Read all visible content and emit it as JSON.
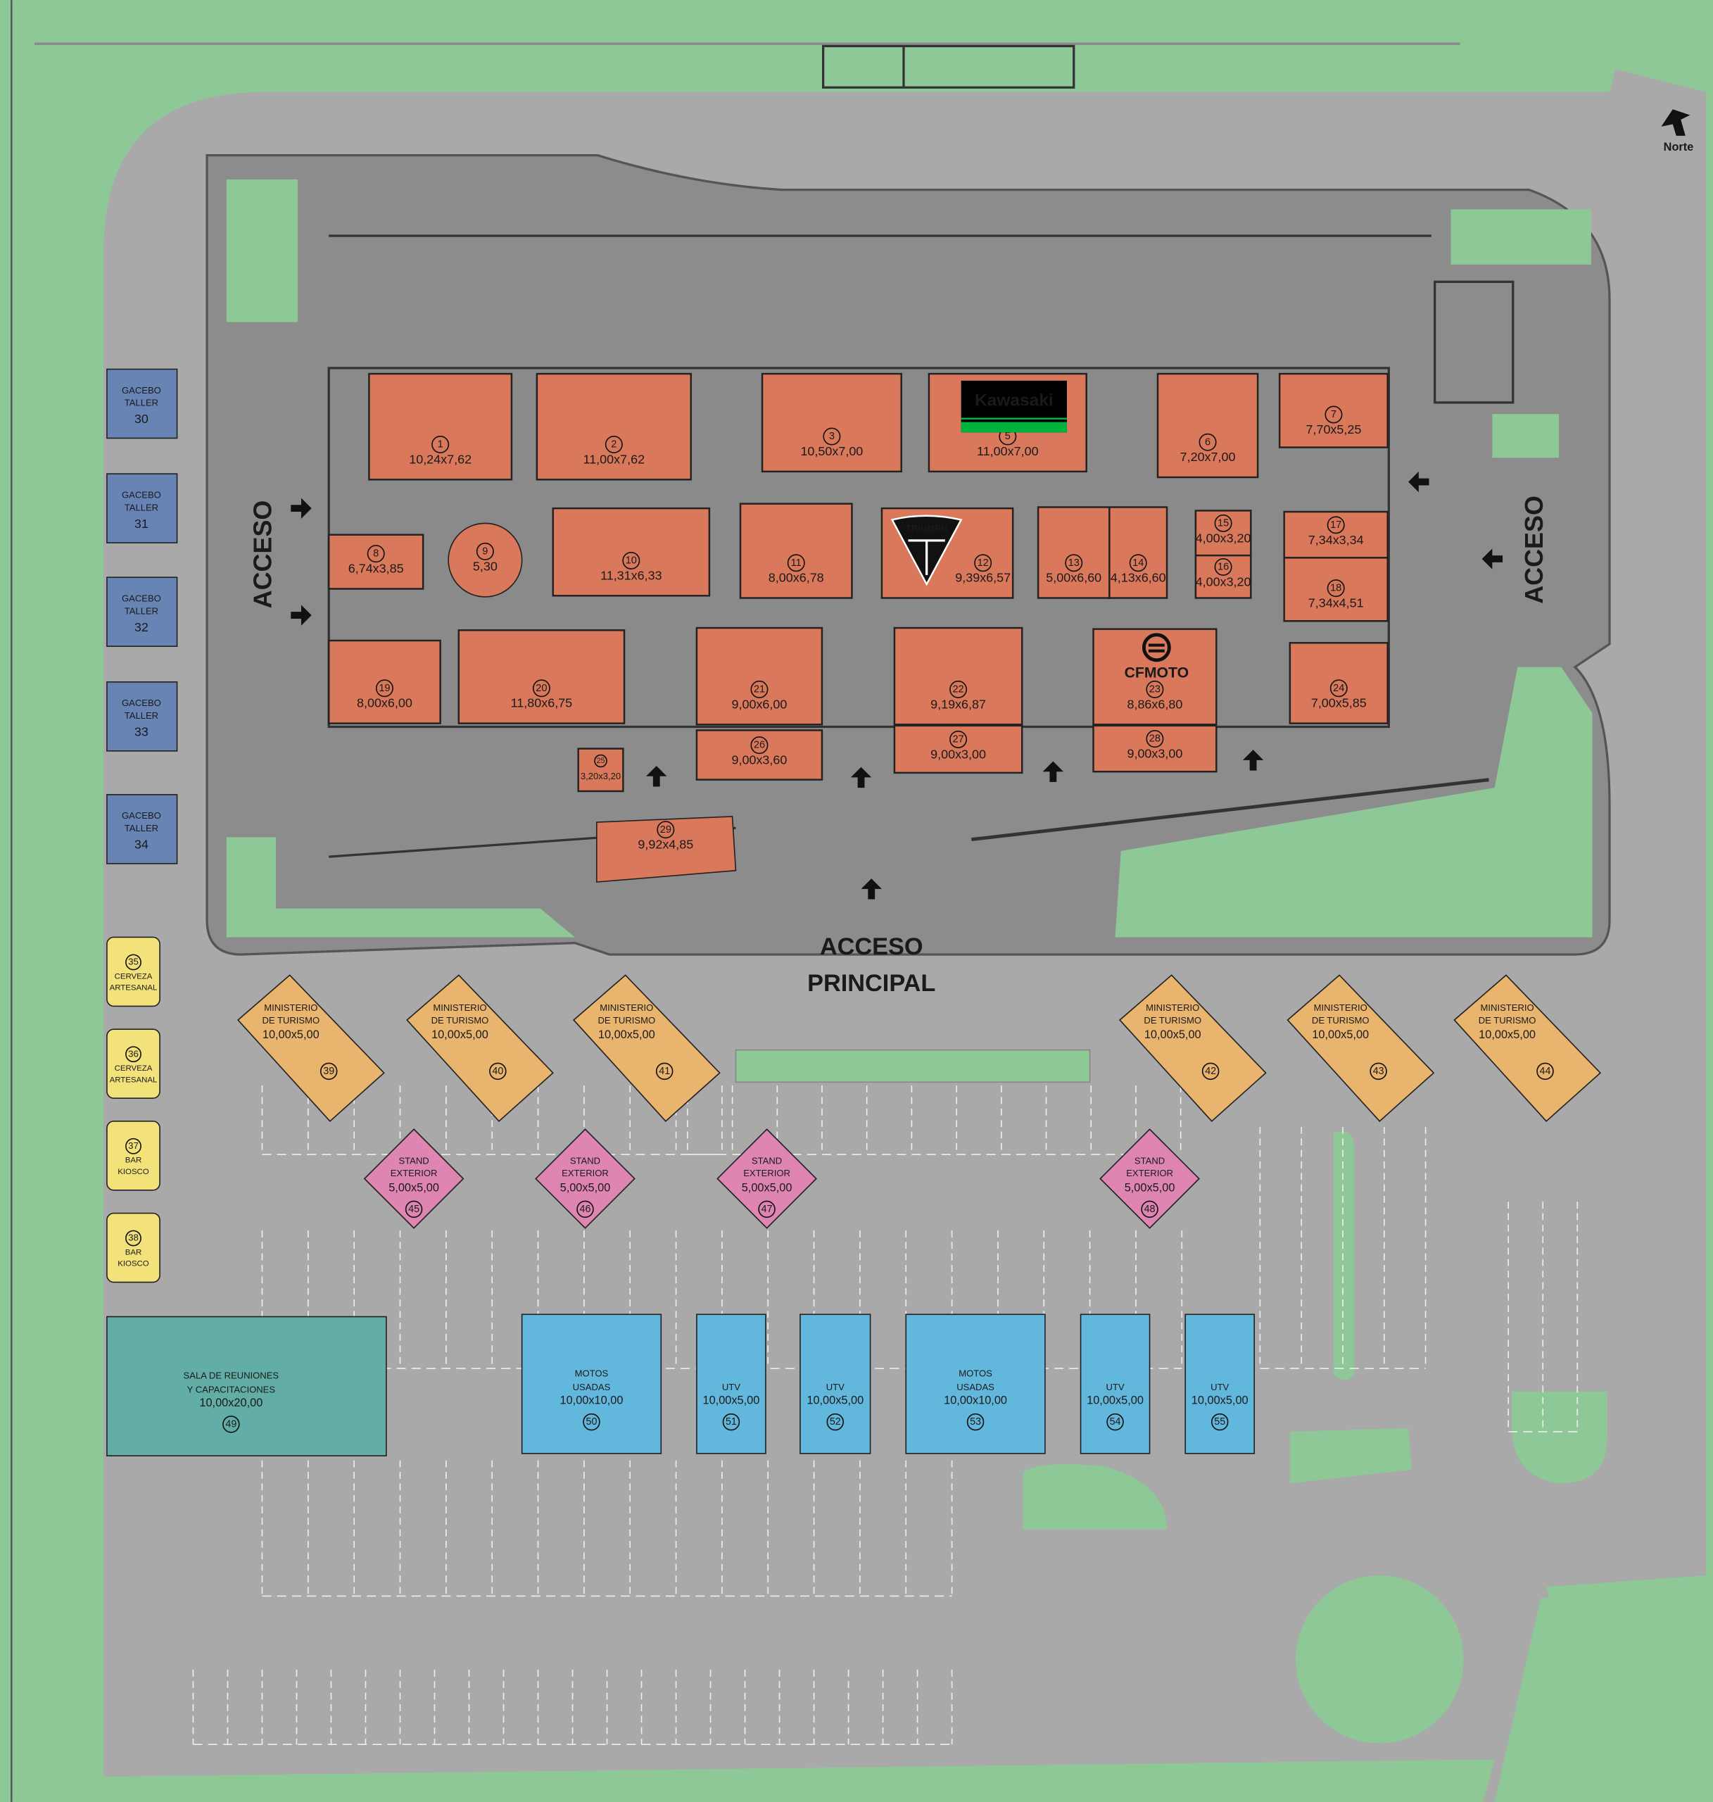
{
  "labels": {
    "acceso_left": "ACCESO",
    "acceso_right": "ACCESO",
    "acceso_principal_1": "ACCESO",
    "acceso_principal_2": "PRINCIPAL",
    "north": "Norte"
  },
  "colors": {
    "grass": "#8fc897",
    "lot": "#a9a9a9",
    "building": "#8c8c8c",
    "stand_interior": "#d9785a",
    "gazebo": "#6784b4",
    "yellow": "#f3e27a",
    "ministerio": "#e8b46e",
    "stand_exterior": "#de85b2",
    "blue": "#62b7dc",
    "teal": "#62aea6"
  },
  "brands": {
    "kawasaki": "Kawasaki",
    "triumph": "TRIUMPH",
    "cfmoto": "CFMOTO"
  },
  "interior_stands": [
    {
      "num": "1",
      "dims": "10,24x7,62"
    },
    {
      "num": "2",
      "dims": "11,00x7,62"
    },
    {
      "num": "3",
      "dims": "10,50x7,00"
    },
    {
      "num": "5",
      "dims": "11,00x7,00",
      "brand": "kawasaki"
    },
    {
      "num": "6",
      "dims": "7,20x7,00"
    },
    {
      "num": "7",
      "dims": "7,70x5,25"
    },
    {
      "num": "8",
      "dims": "6,74x3,85"
    },
    {
      "num": "9",
      "dims": "5,30"
    },
    {
      "num": "10",
      "dims": "11,31x6,33"
    },
    {
      "num": "11",
      "dims": "8,00x6,78"
    },
    {
      "num": "12",
      "dims": "9,39x6,57",
      "brand": "triumph"
    },
    {
      "num": "13",
      "dims": "5,00x6,60"
    },
    {
      "num": "14",
      "dims": "4,13x6,60"
    },
    {
      "num": "15",
      "dims": "4,00x3,20"
    },
    {
      "num": "16",
      "dims": "4,00x3,20"
    },
    {
      "num": "17",
      "dims": "7,34x3,34"
    },
    {
      "num": "18",
      "dims": "7,34x4,51"
    },
    {
      "num": "19",
      "dims": "8,00x6,00"
    },
    {
      "num": "20",
      "dims": "11,80x6,75"
    },
    {
      "num": "21",
      "dims": "9,00x6,00"
    },
    {
      "num": "22",
      "dims": "9,19x6,87"
    },
    {
      "num": "23",
      "dims": "8,86x6,80",
      "brand": "cfmoto"
    },
    {
      "num": "24",
      "dims": "7,00x5,85"
    },
    {
      "num": "25",
      "dims": "3,20x3,20"
    },
    {
      "num": "26",
      "dims": "9,00x3,60"
    },
    {
      "num": "27",
      "dims": "9,00x3,00"
    },
    {
      "num": "28",
      "dims": "9,00x3,00"
    },
    {
      "num": "29",
      "dims": "9,92x4,85"
    }
  ],
  "gazebos": [
    {
      "line1": "GACEBO",
      "line2": "TALLER",
      "num": "30"
    },
    {
      "line1": "GACEBO",
      "line2": "TALLER",
      "num": "31"
    },
    {
      "line1": "GACEBO",
      "line2": "TALLER",
      "num": "32"
    },
    {
      "line1": "GACEBO",
      "line2": "TALLER",
      "num": "33"
    },
    {
      "line1": "GACEBO",
      "line2": "TALLER",
      "num": "34"
    }
  ],
  "kiosks": [
    {
      "num": "35",
      "line1": "CERVEZA",
      "line2": "ARTESANAL"
    },
    {
      "num": "36",
      "line1": "CERVEZA",
      "line2": "ARTESANAL"
    },
    {
      "num": "37",
      "line1": "BAR",
      "line2": "KIOSCO"
    },
    {
      "num": "38",
      "line1": "BAR",
      "line2": "KIOSCO"
    }
  ],
  "ministerio": [
    {
      "num": "39",
      "line1": "MINISTERIO",
      "line2": "DE TURISMO",
      "dims": "10,00x5,00"
    },
    {
      "num": "40",
      "line1": "MINISTERIO",
      "line2": "DE TURISMO",
      "dims": "10,00x5,00"
    },
    {
      "num": "41",
      "line1": "MINISTERIO",
      "line2": "DE TURISMO",
      "dims": "10,00x5,00"
    },
    {
      "num": "42",
      "line1": "MINISTERIO",
      "line2": "DE TURISMO",
      "dims": "10,00x5,00"
    },
    {
      "num": "43",
      "line1": "MINISTERIO",
      "line2": "DE TURISMO",
      "dims": "10,00x5,00"
    },
    {
      "num": "44",
      "line1": "MINISTERIO",
      "line2": "DE TURISMO",
      "dims": "10,00x5,00"
    }
  ],
  "exterior_stands": [
    {
      "num": "45",
      "line1": "STAND",
      "line2": "EXTERIOR",
      "dims": "5,00x5,00"
    },
    {
      "num": "46",
      "line1": "STAND",
      "line2": "EXTERIOR",
      "dims": "5,00x5,00"
    },
    {
      "num": "47",
      "line1": "STAND",
      "line2": "EXTERIOR",
      "dims": "5,00x5,00"
    },
    {
      "num": "48",
      "line1": "STAND",
      "line2": "EXTERIOR",
      "dims": "5,00x5,00"
    }
  ],
  "outdoor_areas": [
    {
      "num": "49",
      "line1": "SALA DE REUNIONES",
      "line2": "Y CAPACITACIONES",
      "dims": "10,00x20,00"
    },
    {
      "num": "50",
      "line1": "MOTOS",
      "line2": "USADAS",
      "dims": "10,00x10,00"
    },
    {
      "num": "51",
      "line1": "",
      "line2": "UTV",
      "dims": "10,00x5,00"
    },
    {
      "num": "52",
      "line1": "",
      "line2": "UTV",
      "dims": "10,00x5,00"
    },
    {
      "num": "53",
      "line1": "MOTOS",
      "line2": "USADAS",
      "dims": "10,00x10,00"
    },
    {
      "num": "54",
      "line1": "",
      "line2": "UTV",
      "dims": "10,00x5,00"
    },
    {
      "num": "55",
      "line1": "",
      "line2": "UTV",
      "dims": "10,00x5,00"
    }
  ]
}
